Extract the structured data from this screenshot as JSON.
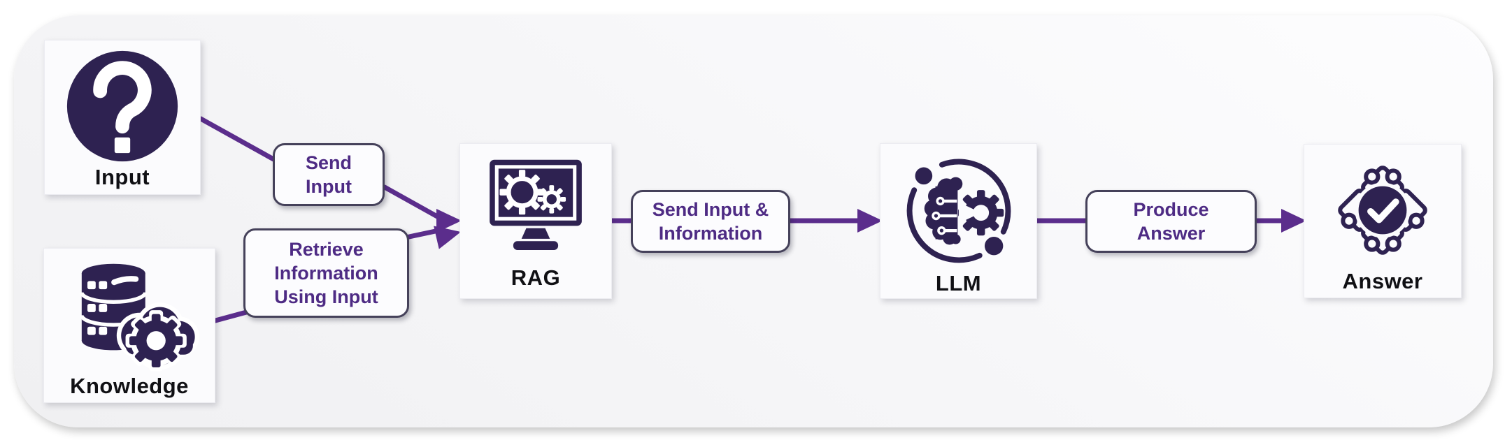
{
  "diagram": {
    "nodes": [
      {
        "id": "input",
        "label": "Input",
        "icon": "question-mark-icon"
      },
      {
        "id": "knowledge",
        "label": "Knowledge",
        "icon": "database-gear-icon"
      },
      {
        "id": "rag",
        "label": "RAG",
        "icon": "monitor-gears-icon"
      },
      {
        "id": "llm",
        "label": "LLM",
        "icon": "brain-gear-icon"
      },
      {
        "id": "answer",
        "label": "Answer",
        "icon": "puzzle-check-icon"
      }
    ],
    "edges": [
      {
        "from": "Input",
        "to": "RAG",
        "label": "Send\nInput"
      },
      {
        "from": "Knowledge",
        "to": "RAG",
        "label": "Retrieve\nInformation\nUsing Input"
      },
      {
        "from": "RAG",
        "to": "LLM",
        "label": "Send Input &\nInformation"
      },
      {
        "from": "LLM",
        "to": "Answer",
        "label": "Produce\nAnswer"
      }
    ],
    "colors": {
      "arrow_purple": "#5b2d8c",
      "icon_dark": "#2e2251",
      "edge_label_text": "#4e2b84",
      "node_label_text": "#101014",
      "node_background": "#fbfbfd"
    }
  }
}
